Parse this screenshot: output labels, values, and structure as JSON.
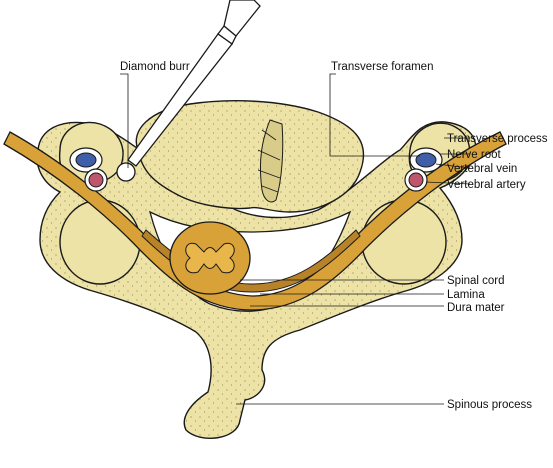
{
  "labels": {
    "diamond_burr": "Diamond burr",
    "transverse_foramen": "Transverse foramen",
    "transverse_process": "Transverse process",
    "nerve_root": "Nerve root",
    "vertebral_vein": "Vertebral vein",
    "vertebral_artery": "Vertebral artery",
    "spinal_cord": "Spinal cord",
    "lamina": "Lamina",
    "dura_mater": "Dura mater",
    "spinous_process": "Spinous process"
  },
  "colors": {
    "bone": "#eee3a6",
    "bone_outline": "#1a1a1a",
    "dura": "#d9a238",
    "dura_inner": "#c8912c",
    "vein": "#3f5fa8",
    "artery": "#c0566b",
    "cord": "#d9a238",
    "burr_tip": "#ffffff"
  }
}
